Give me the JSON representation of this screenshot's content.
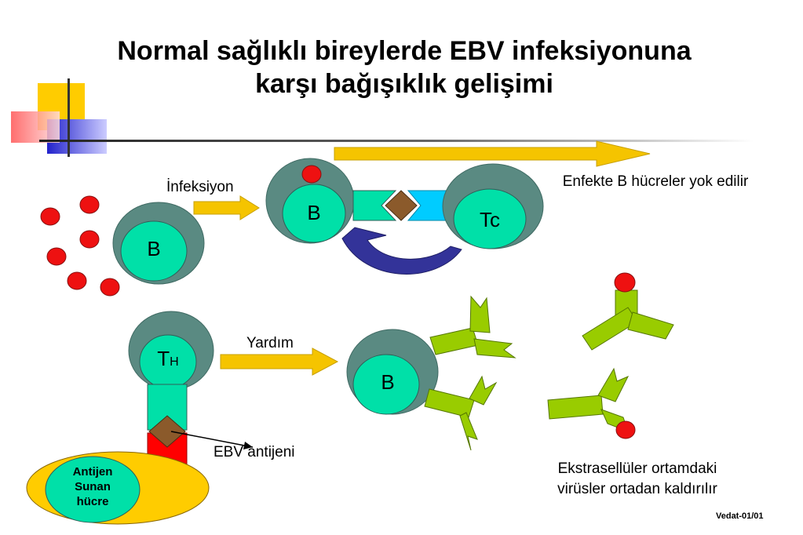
{
  "title": {
    "line1": "Normal sağlıklı bireylerde EBV infeksiyonuna",
    "line2": "karşı bağışıklık gelişimi"
  },
  "labels": {
    "infeksiyon": "İnfeksiyon",
    "b_resting": "B",
    "b_infected": "B",
    "tc": "Tc",
    "enfekte": "Enfekte B hücreler yok edilir",
    "th_main": "T",
    "th_sub": "H",
    "yardim": "Yardım",
    "b_plasma": "B",
    "ebv_antijeni": "EBV antijeni",
    "apc": "Antijen Sunan hücre",
    "ekstra_line1": "Ekstrasellüler ortamdaki",
    "ekstra_line2": "virüsler ortadan kaldırılır",
    "footer": "Vedat-01/01"
  },
  "colors": {
    "cell_outer": "#5a8a82",
    "cell_inner": "#00e0a8",
    "virus": "#ee1111",
    "arrow_yellow": "#f5c400",
    "antibody": "#99cc00",
    "antigen": "#8b5a2b",
    "tcr": "#00ccff",
    "mhc": "#ff0000",
    "apc": "#ffcc00",
    "cycle_arrow": "#333399"
  }
}
